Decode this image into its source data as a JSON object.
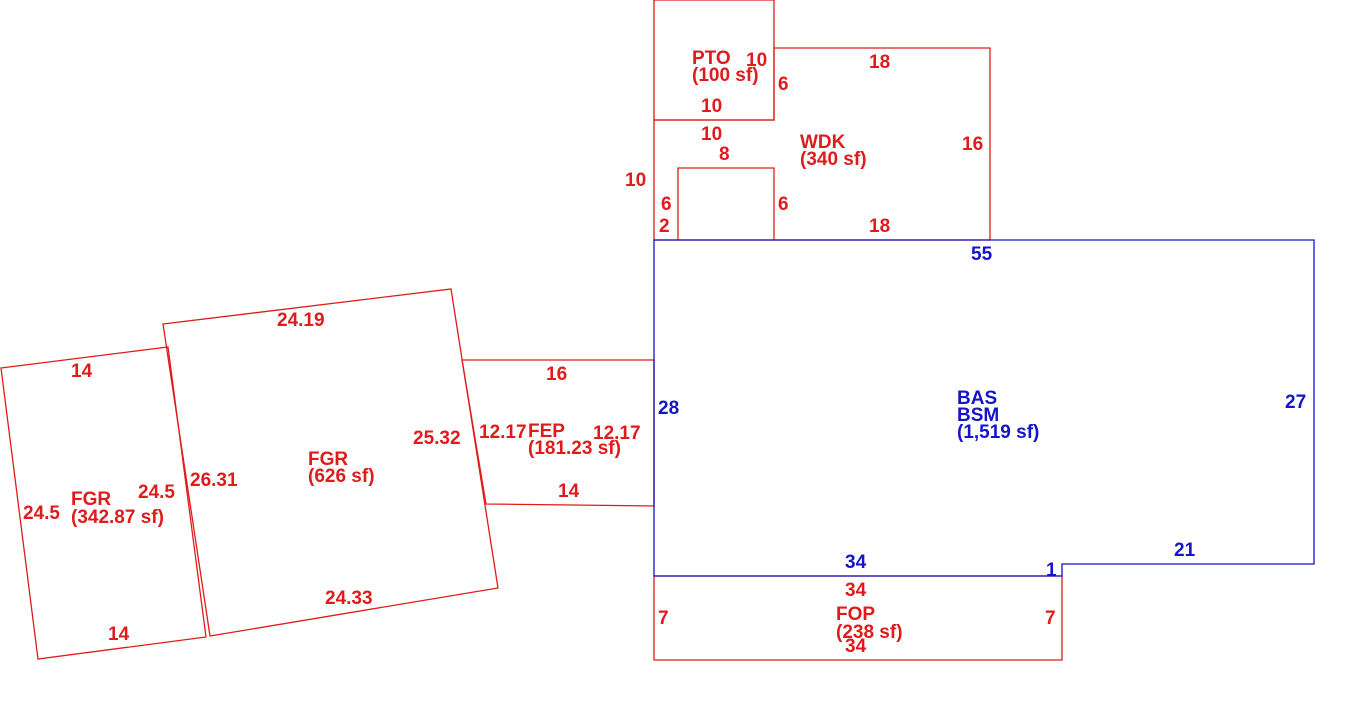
{
  "colors": {
    "structure": "#e01b1b",
    "living": "#1414c8"
  },
  "areas": {
    "pto": {
      "code": "PTO",
      "area": "(100 sf)"
    },
    "wdk": {
      "code": "WDK",
      "area": "(340 sf)"
    },
    "bas": {
      "code": "BAS",
      "code2": "BSM",
      "area": "(1,519 sf)"
    },
    "fgr_large": {
      "code": "FGR",
      "area": "(626 sf)"
    },
    "fgr_small": {
      "code": "FGR",
      "area": "(342.87 sf)"
    },
    "fep": {
      "code": "FEP",
      "area": "(181.23 sf)"
    },
    "fop": {
      "code": "FOP",
      "area": "(238 sf)"
    }
  },
  "dimensions": {
    "pto_right": "10",
    "pto_bottom": "10",
    "wdk_top": "18",
    "wdk_step": "6",
    "wdk_right": "16",
    "wdk_bottom": "18",
    "wdk_inner_top": "10",
    "wdk_notch_top": "8",
    "wdk_left": "10",
    "wdk_notch_left": "6",
    "wdk_notch_right": "6",
    "wdk_small": "2",
    "bas_top": "55",
    "bas_left": "28",
    "bas_right": "27",
    "bas_bottom_left": "34",
    "bas_step": "1",
    "bas_bottom_right": "21",
    "fop_top": "34",
    "fop_left": "7",
    "fop_right": "7",
    "fop_bottom": "34",
    "fep_top": "16",
    "fep_left": "12.17",
    "fep_right": "12.17",
    "fep_bottom": "14",
    "fgr_large_top": "24.19",
    "fgr_large_right": "25.32",
    "fgr_large_left": "26.31",
    "fgr_large_bottom": "24.33",
    "fgr_small_top": "14",
    "fgr_small_left": "24.5",
    "fgr_small_right": "24.5",
    "fgr_small_bottom": "14"
  }
}
